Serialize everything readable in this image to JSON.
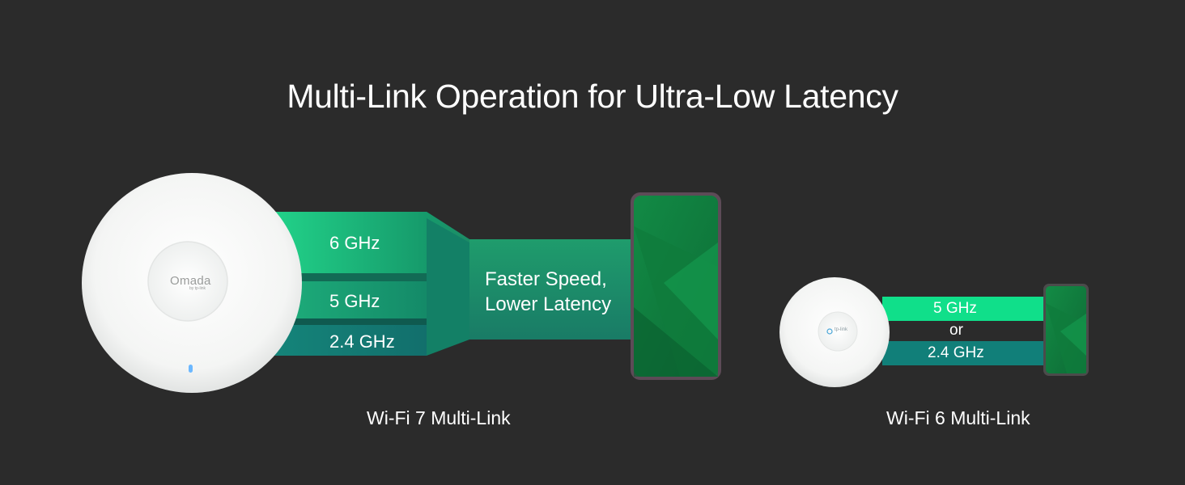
{
  "title": "Multi-Link Operation for Ultra-Low Latency",
  "colors": {
    "background": "#2b2b2b",
    "band_6ghz": "#1fc884",
    "band_5ghz": "#1a9e72",
    "band_24ghz": "#147d74",
    "wifi6_5ghz": "#10df8a",
    "wifi6_24ghz": "#117f79",
    "phone_screen": "#0f7a3f"
  },
  "wifi7": {
    "caption": "Wi-Fi 7 Multi-Link",
    "device_logo": "Omada",
    "device_logo_sub": "by tp-link",
    "bands": [
      "6 GHz",
      "5 GHz",
      "2.4 GHz"
    ],
    "merged_line1": "Faster Speed,",
    "merged_line2": "Lower Latency"
  },
  "wifi6": {
    "caption": "Wi-Fi 6 Multi-Link",
    "device_logo": "tp-link",
    "band_a": "5 GHz",
    "separator": "or",
    "band_b": "2.4 GHz"
  }
}
